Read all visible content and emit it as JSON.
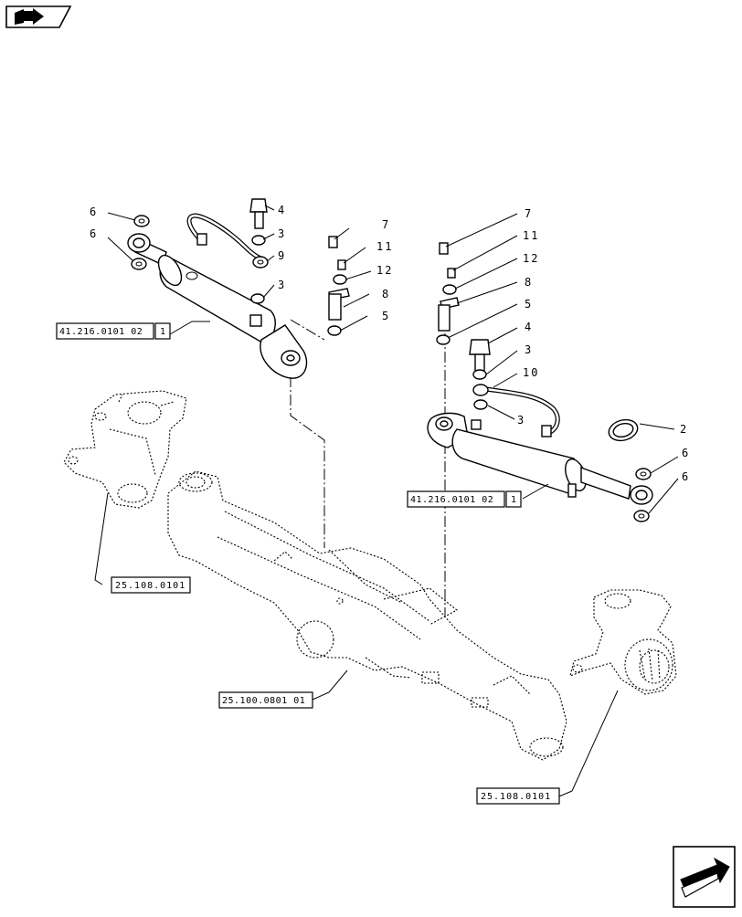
{
  "callouts": {
    "c_left_6a": "6",
    "c_left_6b": "6",
    "c_left_4": "4",
    "c_left_3a": "3",
    "c_left_9": "9",
    "c_left_3b": "3",
    "c_mid_7": "7",
    "c_mid_11": "11",
    "c_mid_12": "12",
    "c_mid_8": "8",
    "c_mid_5": "5",
    "c_r_7": "7",
    "c_r_11": "11",
    "c_r_12": "12",
    "c_r_8": "8",
    "c_r_5": "5",
    "c_r_4": "4",
    "c_r_3a": "3",
    "c_r_10": "10",
    "c_r_3b": "3",
    "c_r_2": "2",
    "c_r_6a": "6",
    "c_r_6b": "6"
  },
  "references": {
    "ref_cyl_left": "41.216.0101 02",
    "ref_cyl_left_qty": "1",
    "ref_cyl_right": "41.216.0101 02",
    "ref_cyl_right_qty": "1",
    "ref_knuckle_left": "25.108.0101",
    "ref_axle": "25.100.0801 01",
    "ref_knuckle_right": "25.108.0101"
  },
  "icons": {
    "top_left": "book-arrow-icon",
    "bottom_right": "next-page-arrow-icon"
  }
}
